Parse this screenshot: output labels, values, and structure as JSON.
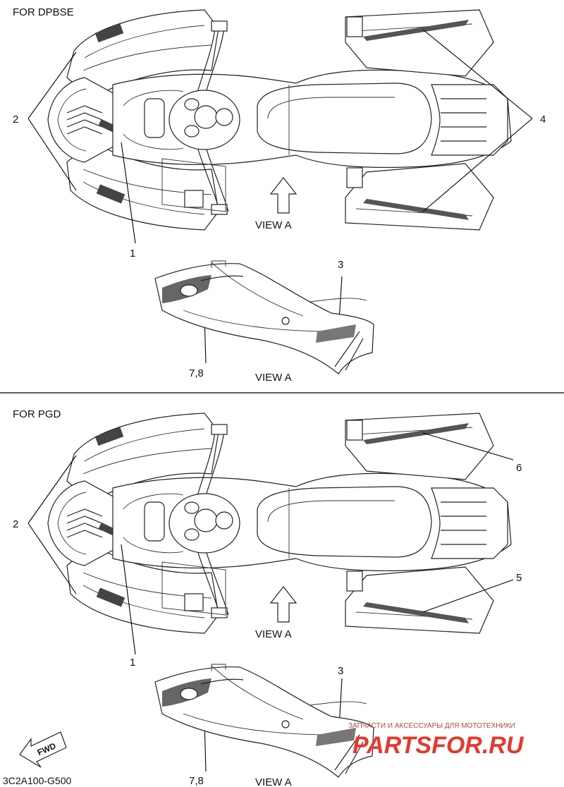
{
  "sections": [
    {
      "title": "FOR DPBSE",
      "top_view_label": "VIEW A",
      "side_view_label": "VIEW A",
      "callouts": [
        "1",
        "2",
        "3",
        "4",
        "7,8"
      ]
    },
    {
      "title": "FOR PGD",
      "top_view_label": "VIEW A",
      "side_view_label": "VIEW A",
      "callouts": [
        "1",
        "2",
        "3",
        "5",
        "6",
        "7,8"
      ]
    }
  ],
  "fwd_label": "FWD",
  "part_code": "3C2A100-G500",
  "watermark": {
    "small_text": "ЗАПЧАСТИ И АКСЕССУАРЫ ДЛЯ МОТОТЕХНИКИ",
    "brand_text": "PARTSFOR.RU",
    "color": "#e23b2e"
  }
}
